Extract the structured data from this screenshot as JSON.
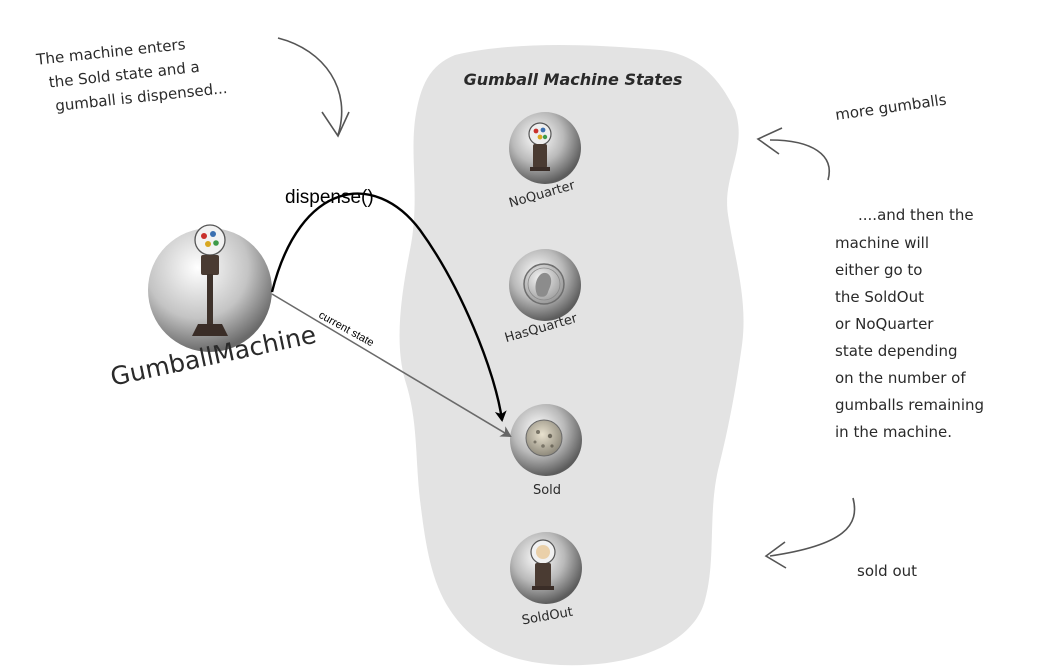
{
  "diagram": {
    "states_title": "Gumball Machine States",
    "states": [
      {
        "id": "no-quarter",
        "label": "NoQuarter",
        "icon": "gumball-machine-icon"
      },
      {
        "id": "has-quarter",
        "label": "HasQuarter",
        "icon": "quarter-coin-icon"
      },
      {
        "id": "sold",
        "label": "Sold",
        "icon": "gumball-icon"
      },
      {
        "id": "sold-out",
        "label": "SoldOut",
        "icon": "empty-gumball-machine-icon"
      }
    ],
    "machine_label": "GumballMachine",
    "dispense_label": "dispense()",
    "current_state_label": "current state",
    "annotations": {
      "enter_sold": [
        "The machine enters",
        "the Sold state and a",
        "gumball is dispensed..."
      ],
      "more_gumballs": "more gumballs",
      "sold_out": "sold out",
      "then": [
        "....and then the",
        "machine will",
        "either go to",
        "the SoldOut",
        "or NoQuarter",
        "state depending",
        "on the number of",
        "gumballs remaining",
        "in the machine."
      ]
    }
  },
  "colors": {
    "blob": "#e3e3e3",
    "ink": "#2a2a2a",
    "gumball_red": "#c9302c"
  }
}
